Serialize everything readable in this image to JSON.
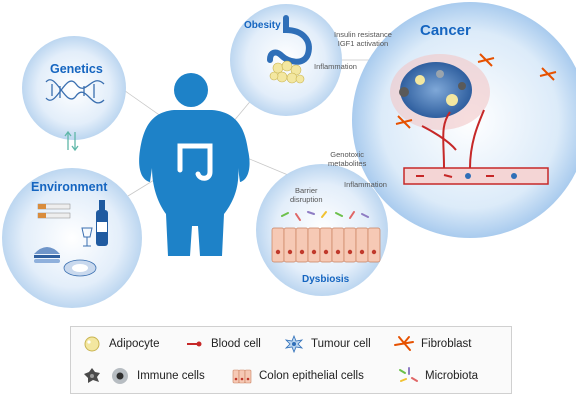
{
  "nodes": {
    "genetics": "Genetics",
    "environment": "Environment",
    "obesity": "Obesity",
    "cancer": "Cancer",
    "dysbiosis": "Dysbiosis"
  },
  "annotations": {
    "insulin_line1": "Insulin resistance",
    "insulin_line2": "IGF1 activation",
    "inflammation_top": "Inflammation",
    "genotoxic_line1": "Genotoxic",
    "genotoxic_line2": "metabolites",
    "barrier_line1": "Barrier",
    "barrier_line2": "disruption",
    "inflammation_bottom": "Inflammation"
  },
  "legend": {
    "adipocyte": "Adipocyte",
    "blood_cell": "Blood cell",
    "tumour_cell": "Tumour cell",
    "fibroblast": "Fibroblast",
    "immune_cells": "Immune cells",
    "colon_cells": "Colon epithelial cells",
    "microbiota": "Microbiota"
  },
  "colors": {
    "title_blue": "#1565c0",
    "silhouette": "#1e82c8",
    "bubble": "#cfe3f6",
    "blood_vessel": "#c62828",
    "fibroblast": "#e65100",
    "adipocyte": "#f3e7a0"
  }
}
